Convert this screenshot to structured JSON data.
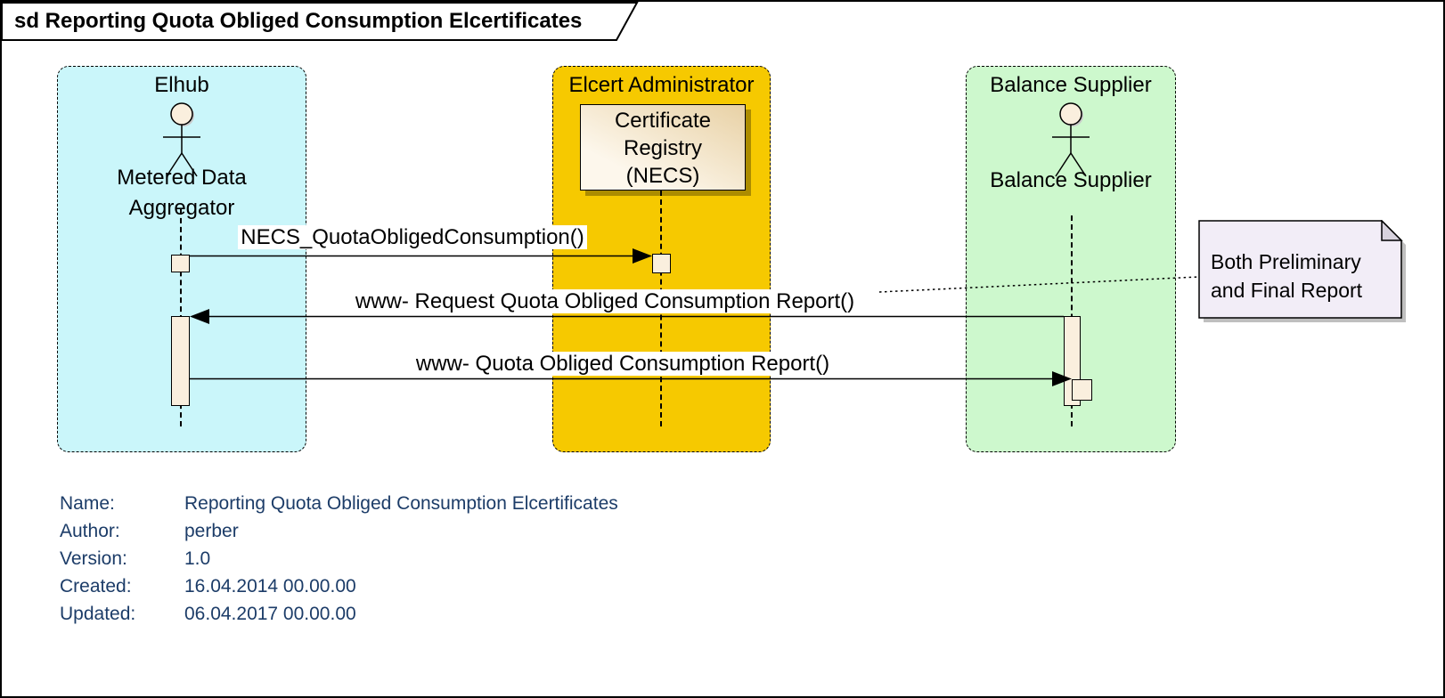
{
  "frame": {
    "title": "sd Reporting Quota Obliged Consumption Elcertificates"
  },
  "lanes": {
    "elhub": {
      "title": "Elhub",
      "actor_label": "Metered Data Aggregator",
      "fill": "#CAF6FA"
    },
    "elcert": {
      "title": "Elcert Administrator",
      "object": {
        "lines": [
          "Certificate",
          "Registry",
          "(NECS)"
        ]
      },
      "fill": "#F6C900"
    },
    "balance": {
      "title": "Balance Supplier",
      "actor_label": "Balance Supplier",
      "fill": "#CDF8CD"
    }
  },
  "messages": {
    "necs_quota": {
      "label": "NECS_QuotaObligedConsumption()",
      "from": "Metered Data Aggregator",
      "to": "Certificate Registry (NECS)",
      "direction": "right"
    },
    "request_report": {
      "label": "www- Request Quota Obliged Consumption Report()",
      "from": "Balance Supplier",
      "to": "Metered Data Aggregator",
      "direction": "left"
    },
    "report": {
      "label": "www- Quota Obliged Consumption Report()",
      "from": "Metered Data Aggregator",
      "to": "Balance Supplier",
      "direction": "right"
    }
  },
  "note": {
    "text": "Both Preliminary and Final Report"
  },
  "properties": {
    "rows": [
      {
        "label": "Name:",
        "value": "Reporting Quota Obliged Consumption Elcertificates"
      },
      {
        "label": "Author:",
        "value": "perber"
      },
      {
        "label": "Version:",
        "value": "1.0"
      },
      {
        "label": "Created:",
        "value": "16.04.2014 00.00.00"
      },
      {
        "label": "Updated:",
        "value": "06.04.2017 00.00.00"
      }
    ],
    "text_color": "#1C3C68"
  },
  "colors": {
    "elhub_lane": "#CAF6FA",
    "elcert_lane": "#F6C900",
    "balance_lane": "#CDF8CD",
    "activation_fill": "#FAEFDE",
    "object_box_fill": "#F3E3C2",
    "note_fill": "#F2EDF7",
    "note_fold": "#D8D3DE",
    "metadata_text": "#1C3C68",
    "line_color": "#000000"
  }
}
